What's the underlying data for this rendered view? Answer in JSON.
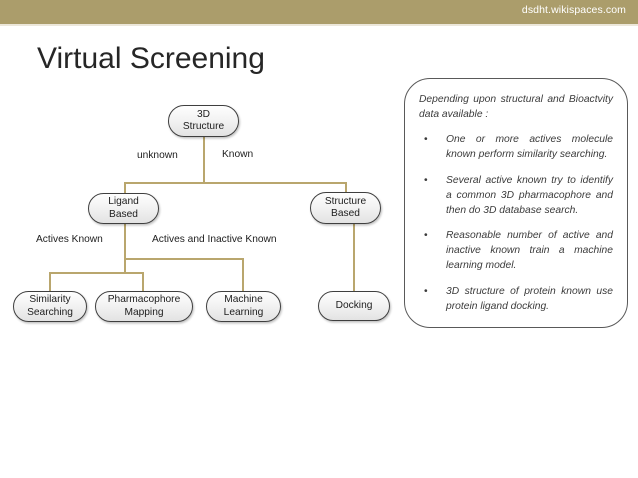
{
  "header": {
    "site_url": "dsdht.wikispaces.com",
    "band_color": "#ab9d6b"
  },
  "title": "Virtual Screening",
  "callout": {
    "intro": "Depending upon structural and Bioactvity data available :",
    "bullets": [
      "One or more actives molecule known perform similarity searching.",
      "Several active known try to identify a common 3D pharmacophore and then do 3D database search.",
      "Reasonable number of active and inactive known train a machine learning model.",
      "3D structure of protein known use protein ligand docking."
    ],
    "bullet_glyph": "•"
  },
  "chart_data": {
    "type": "diagram",
    "title": "Virtual Screening",
    "nodes": [
      {
        "id": "root",
        "label": "3D\nStructure",
        "level": 0
      },
      {
        "id": "ligand_based",
        "label": "Ligand\nBased",
        "level": 1
      },
      {
        "id": "structure_based",
        "label": "Structure\nBased",
        "level": 1
      },
      {
        "id": "similarity",
        "label": "Similarity\nSearching",
        "level": 2
      },
      {
        "id": "pharmacophore",
        "label": "Pharmacophore\nMapping",
        "level": 2
      },
      {
        "id": "machine",
        "label": "Machine\nLearning",
        "level": 2
      },
      {
        "id": "docking",
        "label": "Docking",
        "level": 2
      }
    ],
    "edges": [
      {
        "from": "root",
        "to": "ligand_based",
        "label": "unknown"
      },
      {
        "from": "root",
        "to": "structure_based",
        "label": "Known"
      },
      {
        "from": "ligand_based",
        "to": "similarity",
        "label": "Actives Known"
      },
      {
        "from": "ligand_based",
        "to": "pharmacophore",
        "label": "Actives Known"
      },
      {
        "from": "ligand_based",
        "to": "machine",
        "label": "Actives and Inactive Known"
      },
      {
        "from": "structure_based",
        "to": "docking",
        "label": ""
      }
    ],
    "edge_labels": [
      "unknown",
      "Known",
      "Actives Known",
      "Actives and Inactive Known"
    ],
    "connector_color": "#b9a66d",
    "node_border_color": "#3f3f3f"
  }
}
